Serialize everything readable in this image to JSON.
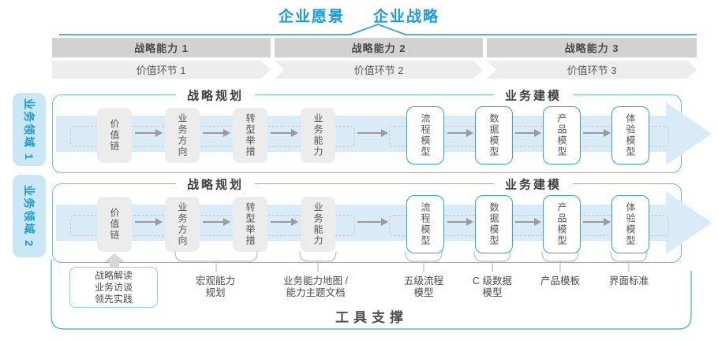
{
  "header": {
    "vision": "企业愿景",
    "strategy": "企业战略"
  },
  "capability_bar": {
    "items": [
      "战略能力 1",
      "战略能力 2",
      "战略能力 3"
    ]
  },
  "value_chain_bar": {
    "items": [
      "价值环节 1",
      "价值环节 2",
      "价值环节 3"
    ]
  },
  "domains": {
    "d1": "业务领域 1",
    "d2": "业务领域 2"
  },
  "sections": {
    "planning": "战略规划",
    "modeling": "业务建模"
  },
  "boxes": {
    "planning": [
      "价值链",
      "业务方向",
      "转型举措",
      "业务能力"
    ],
    "modeling": [
      "流程模型",
      "数据模型",
      "产品模型",
      "体验模型"
    ]
  },
  "annotations": {
    "practice": {
      "line1": "战略解读",
      "line2": "业务访谈",
      "line3": "领先实践"
    },
    "labels": [
      {
        "line1": "宏观能力",
        "line2": "规划"
      },
      {
        "line1": "业务能力地图 /",
        "line2": "能力主题文档"
      },
      {
        "line1": "五级流程",
        "line2": "模型"
      },
      {
        "line1": "C 级数据",
        "line2": "模型"
      },
      {
        "line1": "产品模板"
      },
      {
        "line1": "界面标准"
      }
    ]
  },
  "footer": {
    "label": "工具支撑"
  },
  "colors": {
    "accent_blue": "#1a9bd7",
    "panel_border": "#66bede",
    "flow_arrow_fill": "#d9ebf7",
    "domain_label_bg": "#c9e7f5",
    "capability_bar_gray": "#d2d2d2",
    "value_band_gray": "#ededed",
    "box_gray": "#ececec",
    "text_gray": "#4a4a4a"
  }
}
